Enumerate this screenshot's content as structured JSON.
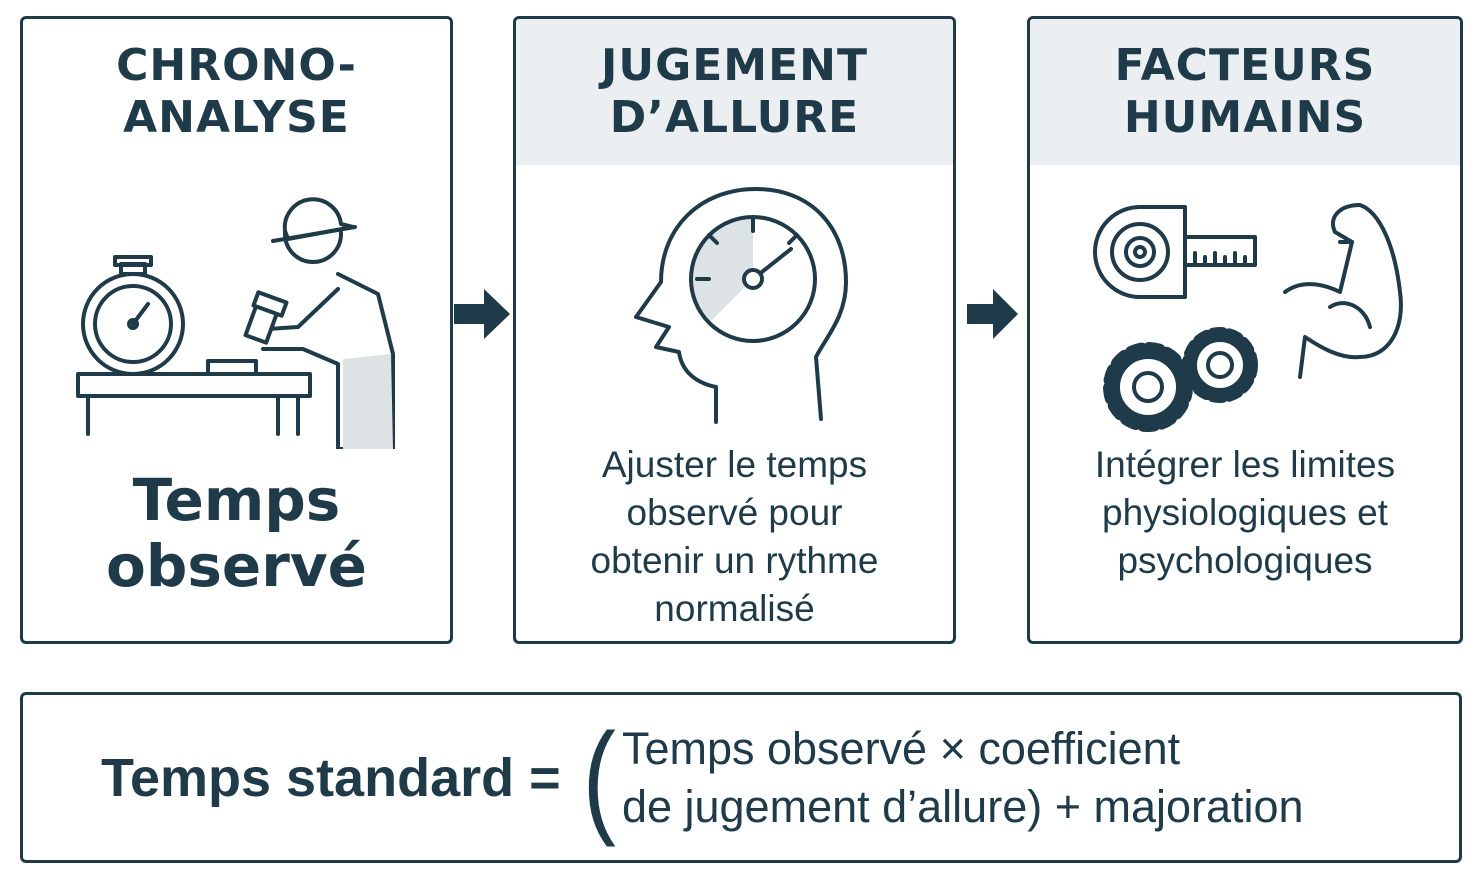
{
  "panels": [
    {
      "title_lines": [
        "CHRONO-",
        "ANALYSE"
      ],
      "label_lines": [
        "Temps",
        "observé"
      ],
      "icon": "stopwatch-worker-icon"
    },
    {
      "title_lines": [
        "JUGEMENT",
        "D’ALLURE"
      ],
      "body_lines": [
        "Ajuster le temps",
        "observé pour",
        "obtenir un rythme",
        "normalisé"
      ],
      "icon": "head-gauge-icon"
    },
    {
      "title_lines": [
        "FACTEURS",
        "HUMAINS"
      ],
      "body_lines": [
        "Intégrer les limites",
        "physiologiques et",
        "psychologiques"
      ],
      "icon": "tape-gears-muscle-icon"
    }
  ],
  "formula": {
    "lhs": "Temps standard =",
    "paren": "(",
    "rhs_lines": [
      "Temps observé × coefficient",
      "de jugement d’allure) + majoration"
    ]
  },
  "colors": {
    "ink": "#1f3a48",
    "header_bg": "#eceff1",
    "fill": "#dde2e5"
  }
}
